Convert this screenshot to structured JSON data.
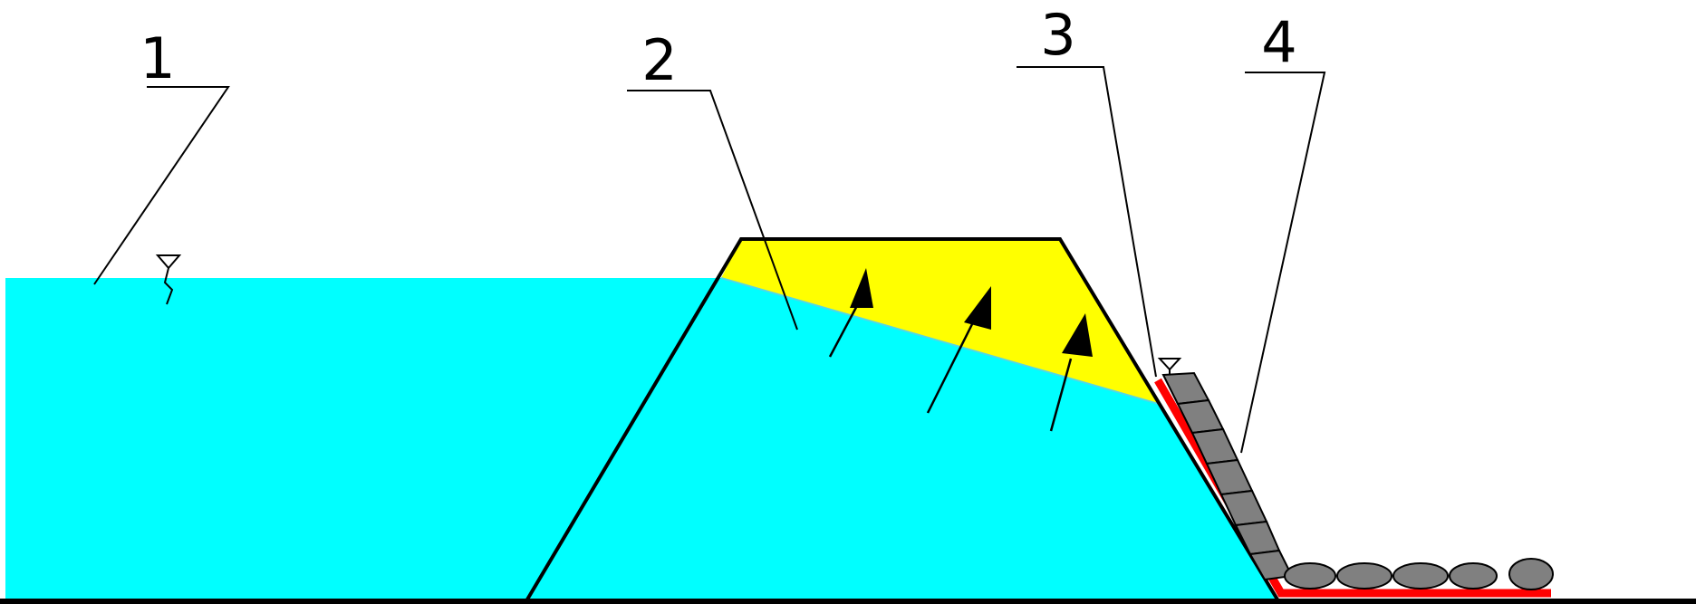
{
  "labels": {
    "water": "1",
    "dam_body": "2",
    "filter_layer": "3",
    "stone_protection": "4"
  },
  "colors": {
    "water": "#00FFFF",
    "dry_fill": "#FFFF00",
    "filter": "#FF0000",
    "stone": "#808080",
    "outline": "#000000"
  },
  "icons": [
    "water-level-marker-icon",
    "seepage-arrow-icon",
    "stone-block-icon"
  ]
}
